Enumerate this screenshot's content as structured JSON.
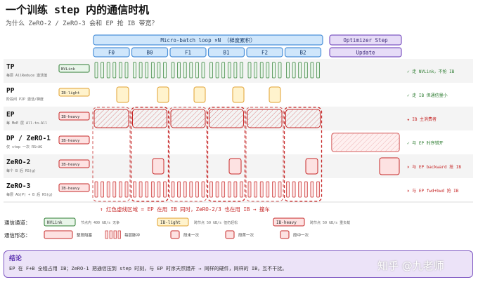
{
  "title": "一个训练 step 内的通信时机",
  "subtitle": "为什么 ZeRO-2 / ZeRO-3 会和 EP 抢 IB 带宽？",
  "phases": {
    "microbatch_label": "Micro-batch loop ×N （梯度累积）",
    "optimizer_label": "Optimizer Step",
    "update_label": "Update",
    "steps": [
      "F0",
      "B0",
      "F1",
      "B1",
      "F2",
      "B2"
    ]
  },
  "rows": [
    {
      "id": "tp",
      "name": "TP",
      "desc": "每层 AllReduce 激活值",
      "link": "NVLink",
      "link_type": "nvlink",
      "note": "✓ 走 NVLink，不抢 IB",
      "note_color": "#2e7d32"
    },
    {
      "id": "pp",
      "name": "PP",
      "desc": "阶段间 P2P 激活/梯度",
      "link": "IB-light",
      "link_type": "light",
      "note": "✓ 走 IB 但通信量小",
      "note_color": "#2e7d32"
    },
    {
      "id": "ep",
      "name": "EP",
      "desc": "每 MoE 层 All-to-All",
      "link": "IB-heavy",
      "link_type": "heavy",
      "note": "★ IB 主消费者",
      "note_color": "#c62828"
    },
    {
      "id": "dp",
      "name": "DP / ZeRO-1",
      "desc": "仅 step 一次 RS+AG",
      "link": "IB-heavy",
      "link_type": "heavy",
      "note": "✓ 与 EP 时序错开",
      "note_color": "#2e7d32"
    },
    {
      "id": "z2",
      "name": "ZeRO-2",
      "desc": "每个 B 后 RS(g)",
      "link": "IB-heavy",
      "link_type": "heavy",
      "note": "× 与 EP backward 抢 IB",
      "note_color": "#c62828"
    },
    {
      "id": "z3",
      "name": "ZeRO-3",
      "desc": "每层 AG(P) + B 后 RS(g)",
      "link": "IB-heavy",
      "link_type": "heavy",
      "note": "× 与 EP fwd+bwd 抢 IB",
      "note_color": "#c62828"
    }
  ],
  "conflict_note": "↑ 红色虚线区域 = EP 在用 IB 同时，ZeRO-2/3 也在用 IB → 撞车",
  "legend": {
    "title1": "通信通道：",
    "title2": "通信形态：",
    "channels": [
      {
        "label": "NVLink",
        "type": "nvlink",
        "desc": "节点内 400 GB/s 无争"
      },
      {
        "label": "IB-light",
        "type": "light",
        "desc": "跨节点 50 GB/s 但仍轻松"
      },
      {
        "label": "IB-heavy",
        "type": "heavy",
        "desc": "跨节点 50 GB/s 重负载"
      }
    ],
    "shapes": [
      {
        "label": "整段阻塞"
      },
      {
        "label": "每层脉冲"
      },
      {
        "label": "段末一次"
      },
      {
        "label": "段首一次"
      },
      {
        "label": "段中一次"
      }
    ]
  },
  "conclusion": {
    "title": "结论",
    "text": "EP 在 F+B 全程占用 IB；ZeRO-1 把通信压到 step 时刻，与 EP 时序天然错开 → 同样的硬件，同样的 IB，互不干扰。"
  },
  "watermark": "知乎 @九老师",
  "colors": {
    "green_fill": "#e8f5e9",
    "green_stroke": "#2e7d32",
    "orange_fill": "#fff3cd",
    "orange_stroke": "#e0a030",
    "red_fill": "#fde2e2",
    "red_stroke": "#c62828",
    "blue_fill": "#cfe6fb",
    "blue_stroke": "#4a90d9",
    "purple_fill": "#e6dcf7",
    "purple_stroke": "#7e57c2"
  }
}
